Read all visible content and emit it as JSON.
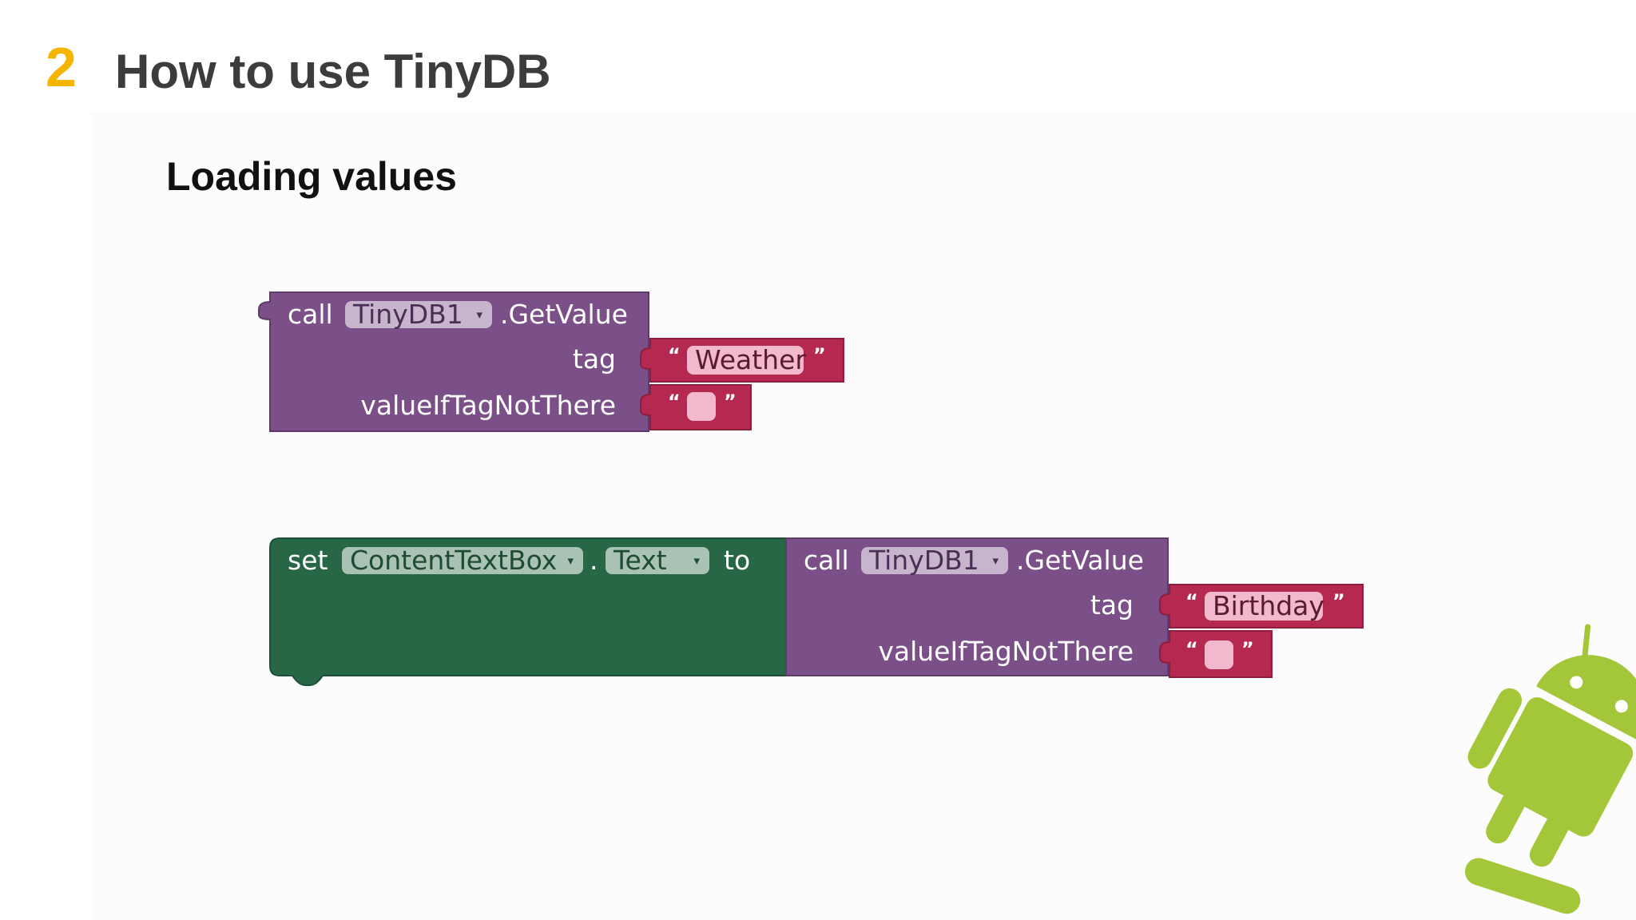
{
  "slide": {
    "number": "2",
    "title": "How to use TinyDB",
    "subtitle": "Loading values"
  },
  "block1": {
    "call_label": "call",
    "component": "TinyDB1",
    "method": ".GetValue",
    "tag_label": "tag",
    "tag_value": "Weather",
    "default_label": "valueIfTagNotThere",
    "default_value": ""
  },
  "block2": {
    "set_label": "set",
    "component": "ContentTextBox",
    "dot": ".",
    "property": "Text",
    "to_label": "to",
    "call_label": "call",
    "call_component": "TinyDB1",
    "method": ".GetValue",
    "tag_label": "tag",
    "tag_value": "Birthday",
    "default_label": "valueIfTagNotThere",
    "default_value": ""
  },
  "symbols": {
    "open_quote": "“",
    "close_quote": "”",
    "dropdown_arrow": "▾"
  },
  "colors": {
    "slide_number": "#f5b400",
    "procedure_block": "#7b4f87",
    "text_block": "#b5284f",
    "setter_block": "#276746"
  },
  "icons": [
    "android-robot-icon",
    "dropdown-arrow-icon"
  ]
}
